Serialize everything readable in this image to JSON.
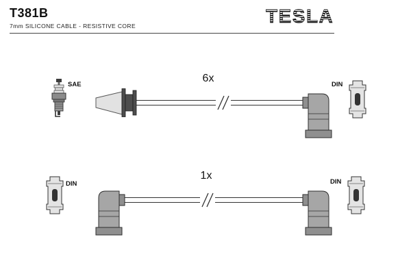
{
  "header": {
    "part_number": "T381B",
    "subtitle": "7mm SILICONE CABLE - RESISTIVE CORE",
    "brand": "TESLA"
  },
  "diagram": {
    "rows": [
      {
        "quantity_label": "6x",
        "plug_end_label": "SAE",
        "distributor_end_label": "DIN",
        "left_icon": "spark-plug-icon",
        "left_boot": "straight-boot",
        "right_boot": "elbow-boot",
        "right_icon": "din-terminal-icon"
      },
      {
        "quantity_label": "1x",
        "left_end_label": "DIN",
        "right_end_label": "DIN",
        "left_icon": "din-terminal-icon",
        "left_boot": "elbow-boot",
        "right_boot": "elbow-boot",
        "right_icon": "din-terminal-icon"
      }
    ]
  },
  "colors": {
    "background": "#ffffff",
    "ink": "#111111",
    "divider": "#444444",
    "boot_gray": "#a6a6a6",
    "dark_fitting": "#4d4d4d"
  }
}
